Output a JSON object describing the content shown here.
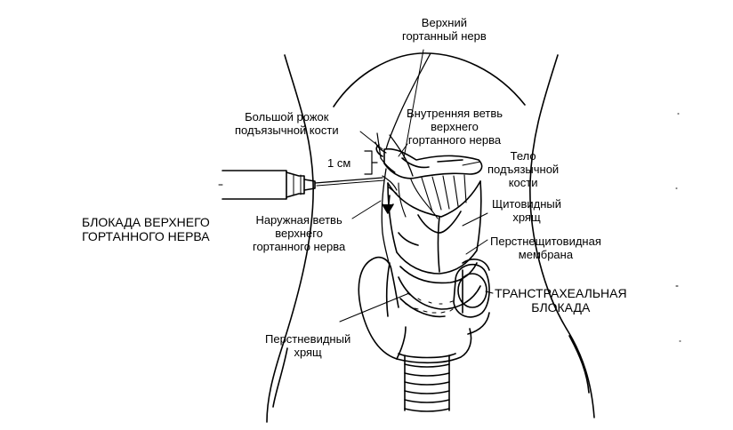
{
  "diagram": {
    "labels": {
      "superior_laryngeal_nerve": [
        "Верхний",
        "гортанный нерв"
      ],
      "greater_horn_hyoid": [
        "Большой рожок",
        "подъязычной кости"
      ],
      "internal_branch": [
        "Внутренняя ветвь",
        "верхнего",
        "гортанного нерва"
      ],
      "one_cm": "1 см",
      "hyoid_body": [
        "Тело",
        "подъязычной",
        "кости"
      ],
      "block_superior": [
        "БЛОКАДА ВЕРХНЕГО",
        "ГОРТАННОГО НЕРВА"
      ],
      "external_branch": [
        "Наружная ветвь",
        "верхнего",
        "гортанного нерва"
      ],
      "thyroid_cartilage": [
        "Щитовидный",
        "хрящ"
      ],
      "cricothyroid_membrane": [
        "Перстнещитовидная",
        "мембрана"
      ],
      "transtracheal_block": [
        "ТРАНСТРАХЕАЛЬНАЯ",
        "БЛОКАДА"
      ],
      "cricoid_cartilage": [
        "Перстневидный",
        "хрящ"
      ]
    }
  }
}
